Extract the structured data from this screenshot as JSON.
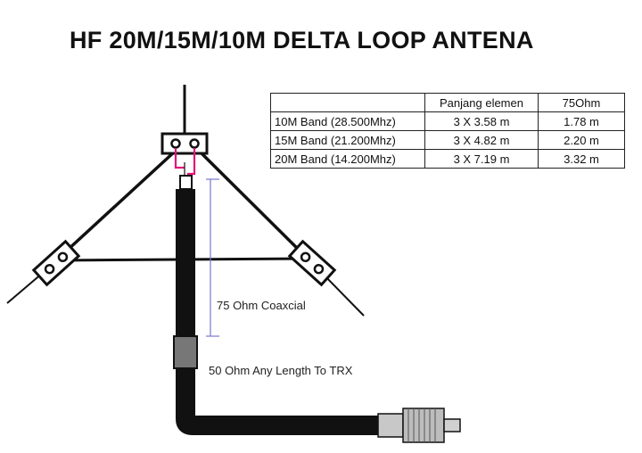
{
  "title": "HF 20M/15M/10M DELTA LOOP ANTENA",
  "table": {
    "headers": [
      "",
      "Panjang elemen",
      "75Ohm"
    ],
    "rows": [
      {
        "band": "10M Band (28.500Mhz)",
        "element": "3 X 3.58 m",
        "stub": "1.78 m"
      },
      {
        "band": "15M Band (21.200Mhz)",
        "element": "3 X 4.82 m",
        "stub": "2.20 m"
      },
      {
        "band": "20M Band (14.200Mhz)",
        "element": "3 X 7.19 m",
        "stub": "3.32 m"
      }
    ]
  },
  "labels": {
    "coax75": "75 Ohm Coaxcial",
    "coax50": "50 Ohm Any Length To TRX"
  },
  "colors": {
    "ink": "#111111",
    "jumper": "#e0157a",
    "marker": "#7777cc",
    "choke": "#777777",
    "connector": "#b8b8b8"
  }
}
